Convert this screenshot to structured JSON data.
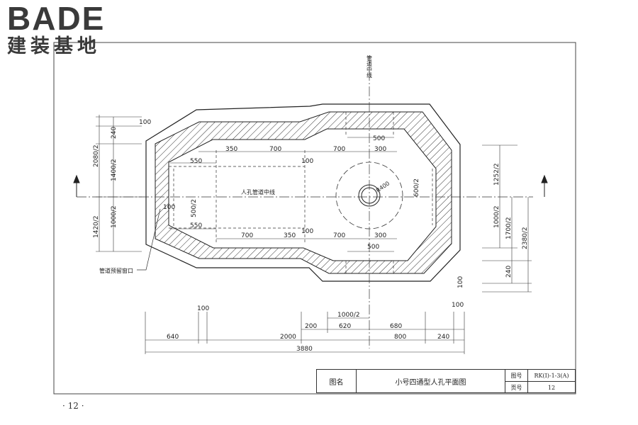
{
  "logo": {
    "en": "BADE",
    "cn": "建装基地"
  },
  "page_number": "· 12 ·",
  "title_block": {
    "name_label": "图名",
    "title": "小号四通型人孔平面图",
    "drawing_no_label": "图号",
    "drawing_no": "RK(I)-1-3(A)",
    "page_label": "页号",
    "page_value": "12"
  },
  "annotations": {
    "pipe_centerline": "管道中线",
    "manhole_centerline": "人孔管道中线",
    "reserved_window": "管道预留窗口",
    "radius": "R400"
  },
  "dims": {
    "top": [
      "350",
      "700",
      "700",
      "300",
      "500",
      "100",
      "550"
    ],
    "bottom": [
      "550",
      "700",
      "350",
      "100",
      "700",
      "300",
      "500"
    ],
    "left": [
      "100",
      "240",
      "2080/2",
      "1400/2",
      "1000/2",
      "1420/2"
    ],
    "right": [
      "1252/2",
      "1000/2",
      "1700/2",
      "2380/2",
      "240",
      "100"
    ],
    "misc": [
      "500/2",
      "600/2",
      "100"
    ],
    "bottom_chain": [
      "100",
      "1000/2",
      "100",
      "200",
      "620",
      "680",
      "640",
      "2000",
      "800",
      "240",
      "3880"
    ]
  }
}
